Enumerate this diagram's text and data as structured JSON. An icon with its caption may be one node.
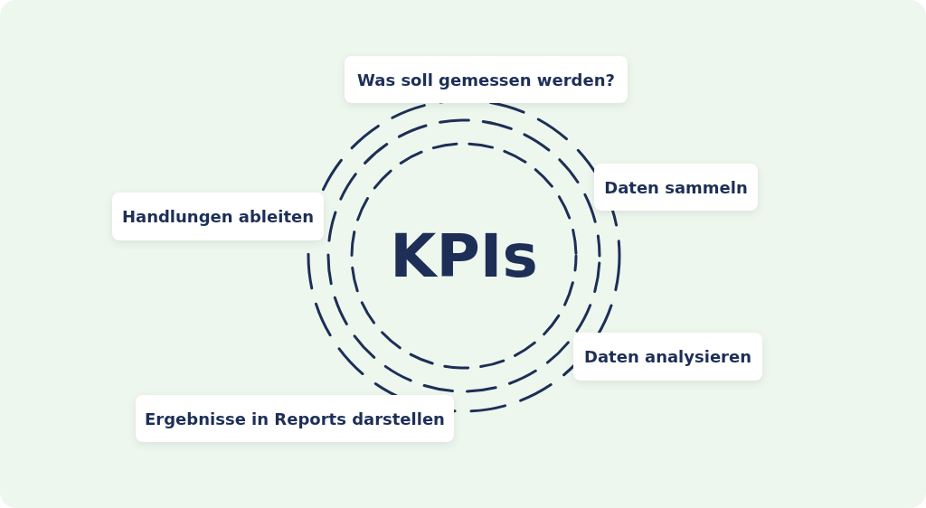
{
  "diagram": {
    "nodes": [
      {
        "text": [
          "Was soll gemessen werden?"
        ]
      },
      {
        "text": [
          "Daten sammeln"
        ]
      },
      {
        "text": [
          "Handlungen ableiten"
        ]
      },
      {
        "text": [
          "KPIs"
        ]
      },
      {
        "text": [
          "Daten analysieren"
        ]
      },
      {
        "text": [
          "Ergebnisse in Reports darstellen"
        ]
      }
    ]
  }
}
